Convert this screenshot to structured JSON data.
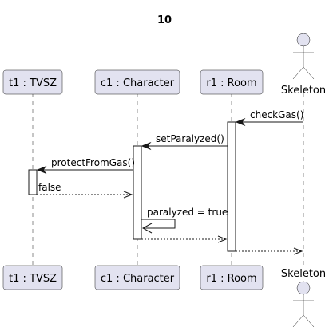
{
  "diagram": {
    "title": "10",
    "participants": [
      {
        "id": "t1",
        "label": "t1 : TVSZ",
        "kind": "participant"
      },
      {
        "id": "c1",
        "label": "c1 : Character",
        "kind": "participant"
      },
      {
        "id": "r1",
        "label": "r1 : Room",
        "kind": "participant"
      },
      {
        "id": "skeleton",
        "label": "Skeleton",
        "kind": "actor"
      }
    ],
    "messages": [
      {
        "from": "skeleton",
        "to": "r1",
        "label": "checkGas()",
        "style": "sync"
      },
      {
        "from": "r1",
        "to": "c1",
        "label": "setParalyzed()",
        "style": "sync"
      },
      {
        "from": "c1",
        "to": "t1",
        "label": "protectFromGas()",
        "style": "sync"
      },
      {
        "from": "t1",
        "to": "c1",
        "label": "false",
        "style": "return"
      },
      {
        "from": "c1",
        "to": "c1",
        "label": "paralyzed = true",
        "style": "self"
      },
      {
        "from": "c1",
        "to": "r1",
        "label": "",
        "style": "return"
      },
      {
        "from": "r1",
        "to": "skeleton",
        "label": "",
        "style": "return"
      }
    ]
  }
}
